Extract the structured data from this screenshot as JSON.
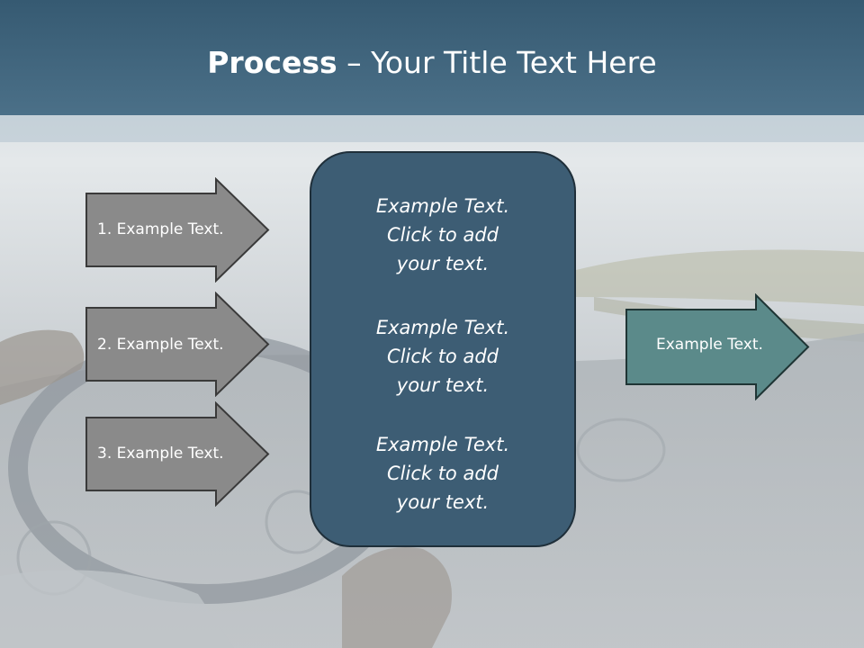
{
  "slide": {
    "title_bold": "Process",
    "title_rest": " – Your Title Text Here",
    "inputs": [
      {
        "label": "1. Example Text."
      },
      {
        "label": "2. Example Text."
      },
      {
        "label": "3. Example Text."
      }
    ],
    "center_blocks": [
      {
        "line1": "Example Text.",
        "line2": "Click  to add",
        "line3": "your text."
      },
      {
        "line1": "Example Text.",
        "line2": "Click  to add",
        "line3": "your text."
      },
      {
        "line1": "Example Text.",
        "line2": "Click  to add",
        "line3": "your text."
      }
    ],
    "output": {
      "label": "Example Text."
    }
  },
  "colors": {
    "title_band": "#3f6680",
    "input_arrow_fill": "#8a8a8a",
    "center_box_fill": "#3d5d74",
    "output_arrow_fill": "#5b8a8a"
  }
}
